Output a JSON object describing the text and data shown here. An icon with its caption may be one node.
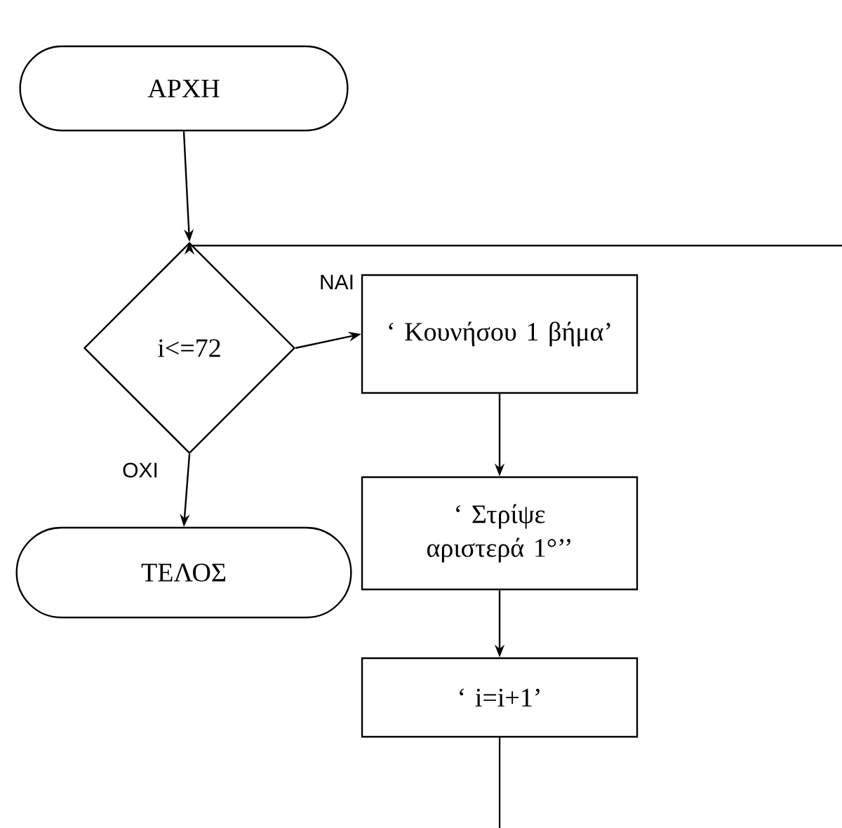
{
  "diagram": {
    "nodes": [
      {
        "text": [
          "ΑΡΧΗ"
        ]
      },
      {
        "text": [
          "i<=72"
        ]
      },
      {
        "text": [
          "‘ Κουνήσου 1 βήμα’"
        ]
      },
      {
        "text": [
          "‘ Στρίψε αριστερά 1°’’"
        ]
      },
      {
        "text": [
          "‘ i=i+1’"
        ]
      },
      {
        "text": [
          "ΤΕΛΟΣ"
        ]
      }
    ],
    "edges": [
      {
        "from": 0,
        "to": 1,
        "arrow": "to"
      },
      {
        "from": null,
        "to": 1,
        "arrow": "to"
      },
      {
        "from": 1,
        "to": 2,
        "arrow": "to",
        "label": "ΝΑΙ"
      },
      {
        "from": 1,
        "to": 5,
        "arrow": "to",
        "label": "ΟΧΙ"
      },
      {
        "from": 2,
        "to": 3,
        "arrow": "to"
      },
      {
        "from": 3,
        "to": 4,
        "arrow": "to"
      },
      {
        "from": 4,
        "to": null,
        "arrow": "none"
      }
    ]
  }
}
